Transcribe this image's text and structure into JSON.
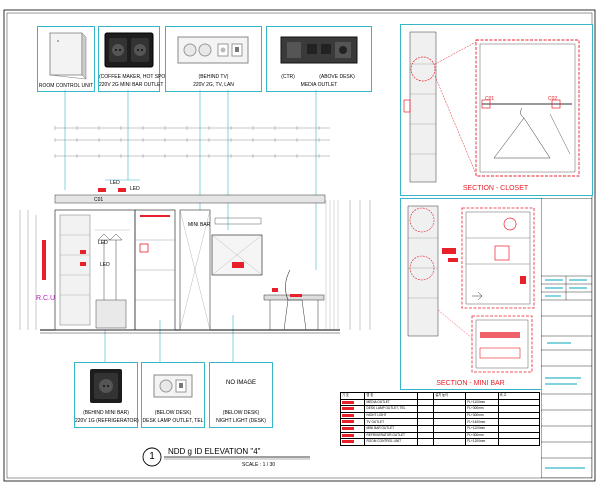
{
  "palette": {
    "cyan": "#38b6c9",
    "red": "#e8202a",
    "dark": "#1a1a1a",
    "grey": "#8a8a8a"
  },
  "icons": [
    "room-control-unit-icon",
    "mini-bar-outlet-icon",
    "tv-outlet-icon",
    "media-outlet-icon",
    "refrigerator-outlet-icon",
    "desk-lamp-outlet-icon"
  ],
  "callouts": {
    "room_control": "ROOM CONTROL UNIT",
    "coffee_line1": "(COFFEE MAKER, HOT SPOT)",
    "coffee_line2": "220V 2G MINI BAR OUTLET",
    "tv_line1": "(BEHIND TV)",
    "tv_line2": "220V 2G, TV, LAN",
    "media_line1a": "(CTR)",
    "media_line1b": "(ABOVE DESK)",
    "media_line2": "MEDIA OUTLET",
    "fridge_line1": "(BEHIND MINI BAR)",
    "fridge_line2": "220V 1G (REFRIGERATOR)",
    "desk_line1": "(BELOW DESK)",
    "desk_line2": "DESK LAMP OUTLET, TEL",
    "noimage_title": "NO IMAGE",
    "noimage_line1": "(BELOW DESK)",
    "noimage_line2": "NIGHT LIGHT (DESK)"
  },
  "elevation": {
    "rcu": "R.C.U",
    "led_labels": [
      "LED",
      "LED",
      "LED",
      "LED"
    ],
    "c01": "C01",
    "minibar_mark": "MINI BAR",
    "title": "NDD  g  ID ELEVATION \"4\"",
    "number": "1",
    "scale": "SCALE : 1 / 30"
  },
  "sections": {
    "closet_title": "SECTION - CLOSET",
    "minibar_title": "SECTION - MINI BAR",
    "c01": "C01",
    "c02": "C02"
  },
  "legend": {
    "headers": [
      "기 호",
      "명 칭",
      "",
      "설치 높이",
      "",
      "비 고"
    ],
    "rows": [
      [
        "",
        "MEDIA OUTLET",
        "",
        "",
        "FL+1100mm",
        ""
      ],
      [
        "",
        "DESK LAMP OUTLET, TEL",
        "",
        "",
        "FL+300mm",
        ""
      ],
      [
        "",
        "NIGHT LIGHT",
        "",
        "",
        "FL+300mm",
        ""
      ],
      [
        "",
        "TV OUTLET",
        "",
        "",
        "FL+1400mm",
        ""
      ],
      [
        "",
        "MINI BAR OUTLET",
        "",
        "",
        "FL+1100mm",
        ""
      ],
      [
        "",
        "REFRIGERATOR OUTLET",
        "",
        "",
        "FL+300mm",
        ""
      ],
      [
        "",
        "ROOM CONTROL UNIT",
        "",
        "",
        "FL+1200mm",
        ""
      ]
    ]
  }
}
